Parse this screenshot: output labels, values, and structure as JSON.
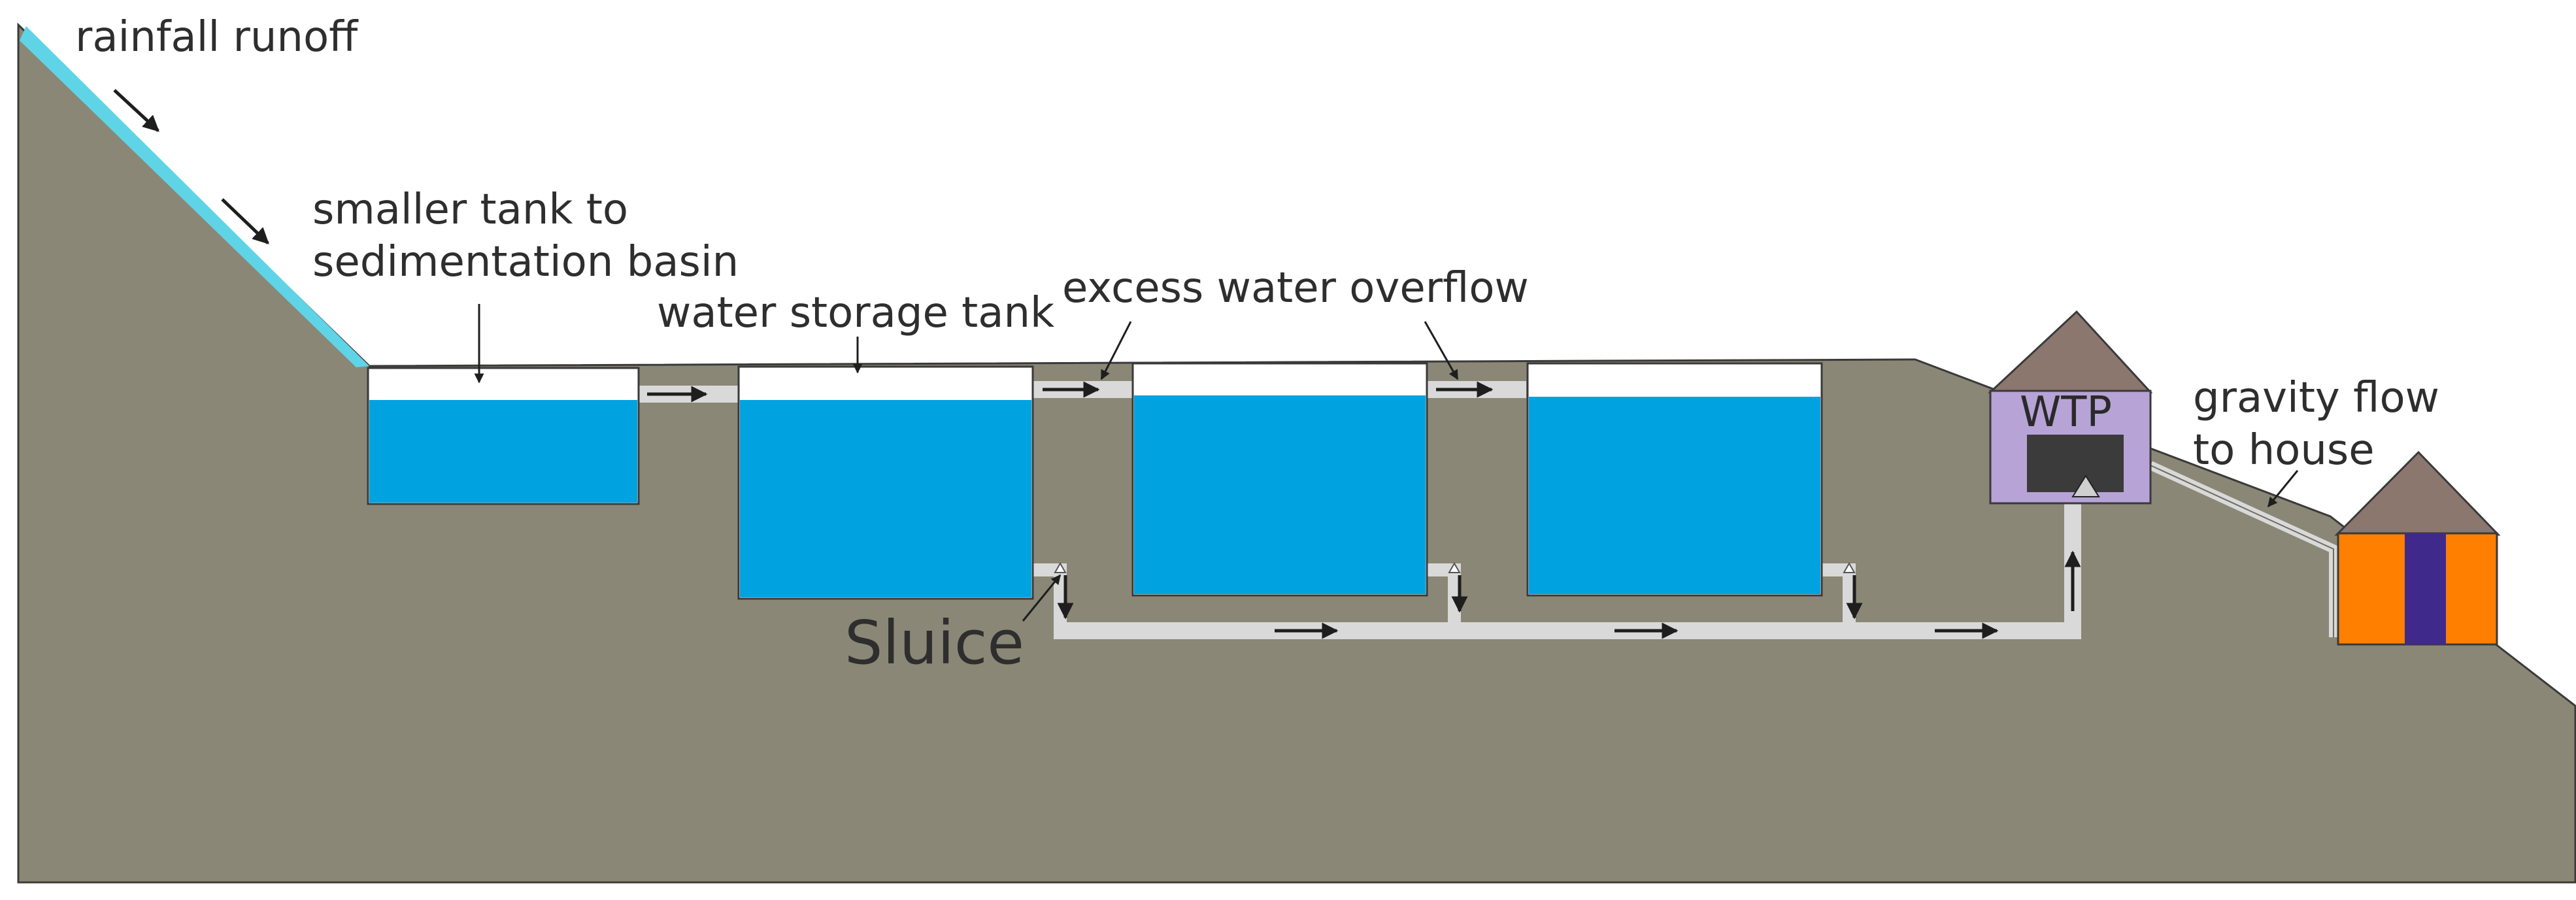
{
  "labels": {
    "rainfall_runoff": "rainfall runoff",
    "smaller_tank_line1": "smaller tank to",
    "smaller_tank_line2": "sedimentation basin",
    "water_storage_tank": "water storage tank",
    "excess_overflow": "excess water overflow",
    "sluice": "Sluice",
    "wtp": "WTP",
    "gravity_line1": "gravity flow",
    "gravity_line2": "to house"
  },
  "colors": {
    "ground": "#8a8776",
    "water": "#00a3e0",
    "runoff": "#5fd4e6",
    "pipe": "#d9d9d9",
    "outline": "#3a3a3a",
    "wtp_wall": "#b7a3d6",
    "wtp_machine": "#3b3b3b",
    "roof": "#8b776d",
    "house_wall": "#ff7f00",
    "house_door": "#3f2a8c",
    "arrow": "#1e1e1e"
  },
  "icons": {
    "flow_arrow": "arrow-right-icon",
    "pointer_arrow": "arrow-down-icon"
  }
}
